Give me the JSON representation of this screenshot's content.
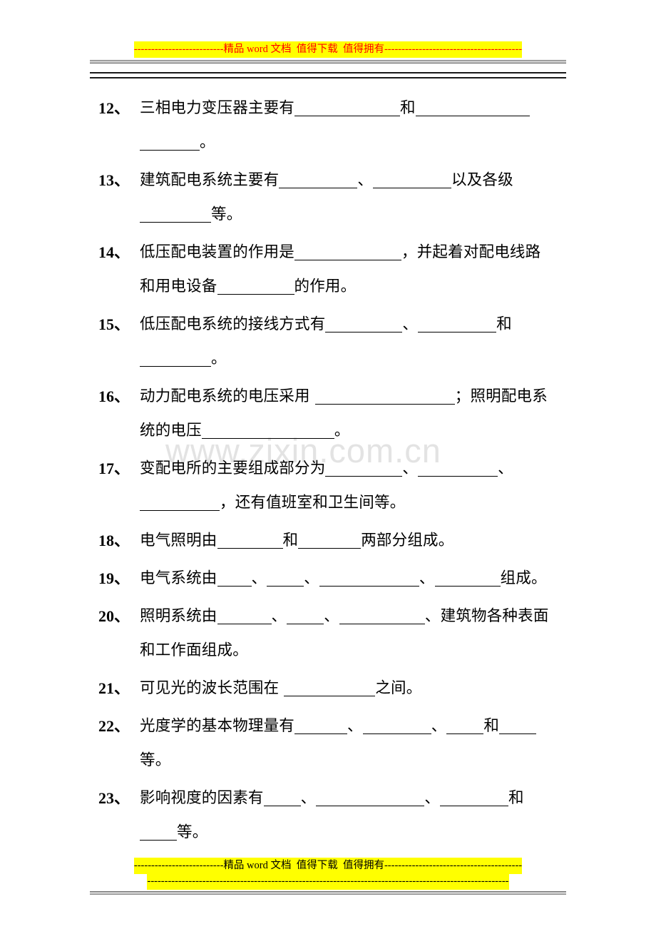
{
  "header": {
    "banner_text": "--------------------------精品 word 文档  值得下载  值得拥有----------------------------------------",
    "banner_bg": "#ffff00",
    "banner_color": "#ff0000"
  },
  "watermark": {
    "text": "www.zixin.com.cn",
    "color": "#e3e3e3"
  },
  "footer": {
    "line1": "--------------------------精品 word 文档  值得下载  值得拥有----------------------------------------",
    "line2": "---------------------------------------------------------------------------------------------------------",
    "bg": "#ffff00",
    "color": "#000000"
  },
  "questions": [
    {
      "number": "12、",
      "parts": [
        {
          "type": "text",
          "value": "三相电力变压器主要有"
        },
        {
          "type": "blank",
          "width": 148
        },
        {
          "type": "text",
          "value": "和"
        },
        {
          "type": "blank",
          "width": 160
        },
        {
          "type": "blank",
          "width": 84
        },
        {
          "type": "text",
          "value": "。"
        }
      ]
    },
    {
      "number": "13、",
      "parts": [
        {
          "type": "text",
          "value": "建筑配电系统主要有"
        },
        {
          "type": "blank",
          "width": 110
        },
        {
          "type": "text",
          "value": "、"
        },
        {
          "type": "blank",
          "width": 110
        },
        {
          "type": "text",
          "value": "以及各级"
        },
        {
          "type": "blank",
          "width": 100
        },
        {
          "type": "text",
          "value": "等。"
        }
      ]
    },
    {
      "number": "14、",
      "parts": [
        {
          "type": "text",
          "value": "低压配电装置的作用是"
        },
        {
          "type": "blank",
          "width": 150
        },
        {
          "type": "text",
          "value": "，并起着对配电线路和用电设备"
        },
        {
          "type": "blank",
          "width": 108
        },
        {
          "type": "text",
          "value": "的作用。"
        }
      ]
    },
    {
      "number": "15、",
      "parts": [
        {
          "type": "text",
          "value": "低压配电系统的接线方式有"
        },
        {
          "type": "blank",
          "width": 108
        },
        {
          "type": "text",
          "value": "、"
        },
        {
          "type": "blank",
          "width": 110
        },
        {
          "type": "text",
          "value": "和"
        },
        {
          "type": "blank",
          "width": 100
        },
        {
          "type": "text",
          "value": "。"
        }
      ]
    },
    {
      "number": "16、",
      "parts": [
        {
          "type": "text",
          "value": "动力配电系统的电压采用 "
        },
        {
          "type": "blank",
          "width": 196
        },
        {
          "type": "text",
          "value": "；照明配电系统的电压"
        },
        {
          "type": "blank",
          "width": 186
        },
        {
          "type": "text",
          "value": "。"
        }
      ]
    },
    {
      "number": "17、",
      "parts": [
        {
          "type": "text",
          "value": "变配电所的主要组成部分为"
        },
        {
          "type": "blank",
          "width": 108
        },
        {
          "type": "text",
          "value": "、"
        },
        {
          "type": "blank",
          "width": 112
        },
        {
          "type": "text",
          "value": "、"
        },
        {
          "type": "blank",
          "width": 112
        },
        {
          "type": "text",
          "value": "，还有值班室和卫生间等。"
        }
      ]
    },
    {
      "number": "18、",
      "parts": [
        {
          "type": "text",
          "value": "电气照明由"
        },
        {
          "type": "blank",
          "width": 92
        },
        {
          "type": "text",
          "value": "和"
        },
        {
          "type": "blank",
          "width": 88
        },
        {
          "type": "text",
          "value": "两部分组成。"
        }
      ]
    },
    {
      "number": "19、",
      "parts": [
        {
          "type": "text",
          "value": "电气系统由"
        },
        {
          "type": "blank",
          "width": 48
        },
        {
          "type": "text",
          "value": "、"
        },
        {
          "type": "blank",
          "width": 52
        },
        {
          "type": "text",
          "value": "、"
        },
        {
          "type": "blank",
          "width": 140
        },
        {
          "type": "text",
          "value": "、"
        },
        {
          "type": "blank",
          "width": 92
        },
        {
          "type": "text",
          "value": "组成。"
        }
      ]
    },
    {
      "number": "20、",
      "parts": [
        {
          "type": "text",
          "value": "照明系统由"
        },
        {
          "type": "blank",
          "width": 76
        },
        {
          "type": "text",
          "value": "、"
        },
        {
          "type": "blank",
          "width": 52
        },
        {
          "type": "text",
          "value": "、"
        },
        {
          "type": "blank",
          "width": 120
        },
        {
          "type": "text",
          "value": "、建筑物各种表面和工作面组成。"
        }
      ]
    },
    {
      "number": "21、",
      "parts": [
        {
          "type": "text",
          "value": "可见光的波长范围在 "
        },
        {
          "type": "blank",
          "width": 128
        },
        {
          "type": "text",
          "value": "之间。"
        }
      ]
    },
    {
      "number": "22、",
      "parts": [
        {
          "type": "text",
          "value": "光度学的基本物理量有"
        },
        {
          "type": "blank",
          "width": 74
        },
        {
          "type": "text",
          "value": "、"
        },
        {
          "type": "blank",
          "width": 96
        },
        {
          "type": "text",
          "value": "、"
        },
        {
          "type": "blank",
          "width": 52
        },
        {
          "type": "text",
          "value": "和"
        },
        {
          "type": "blank",
          "width": 52
        },
        {
          "type": "text",
          "value": "等。"
        }
      ]
    },
    {
      "number": "23、",
      "parts": [
        {
          "type": "text",
          "value": "影响视度的因素有"
        },
        {
          "type": "blank",
          "width": 52
        },
        {
          "type": "text",
          "value": "、"
        },
        {
          "type": "blank",
          "width": 152
        },
        {
          "type": "text",
          "value": "、"
        },
        {
          "type": "blank",
          "width": 96
        },
        {
          "type": "text",
          "value": "和"
        },
        {
          "type": "blank",
          "width": 52
        },
        {
          "type": "text",
          "value": "等。"
        }
      ]
    }
  ]
}
